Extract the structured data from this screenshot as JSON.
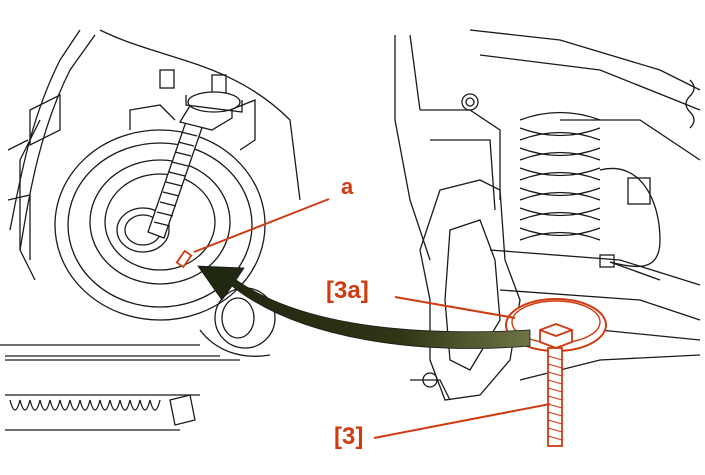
{
  "callouts": {
    "a": "a",
    "bolt_washer": "[3a]",
    "bolt": "[3]"
  },
  "colors": {
    "callout": "#d03a10",
    "line_art": "#1a1a1a",
    "arrow": "#2f3514"
  }
}
